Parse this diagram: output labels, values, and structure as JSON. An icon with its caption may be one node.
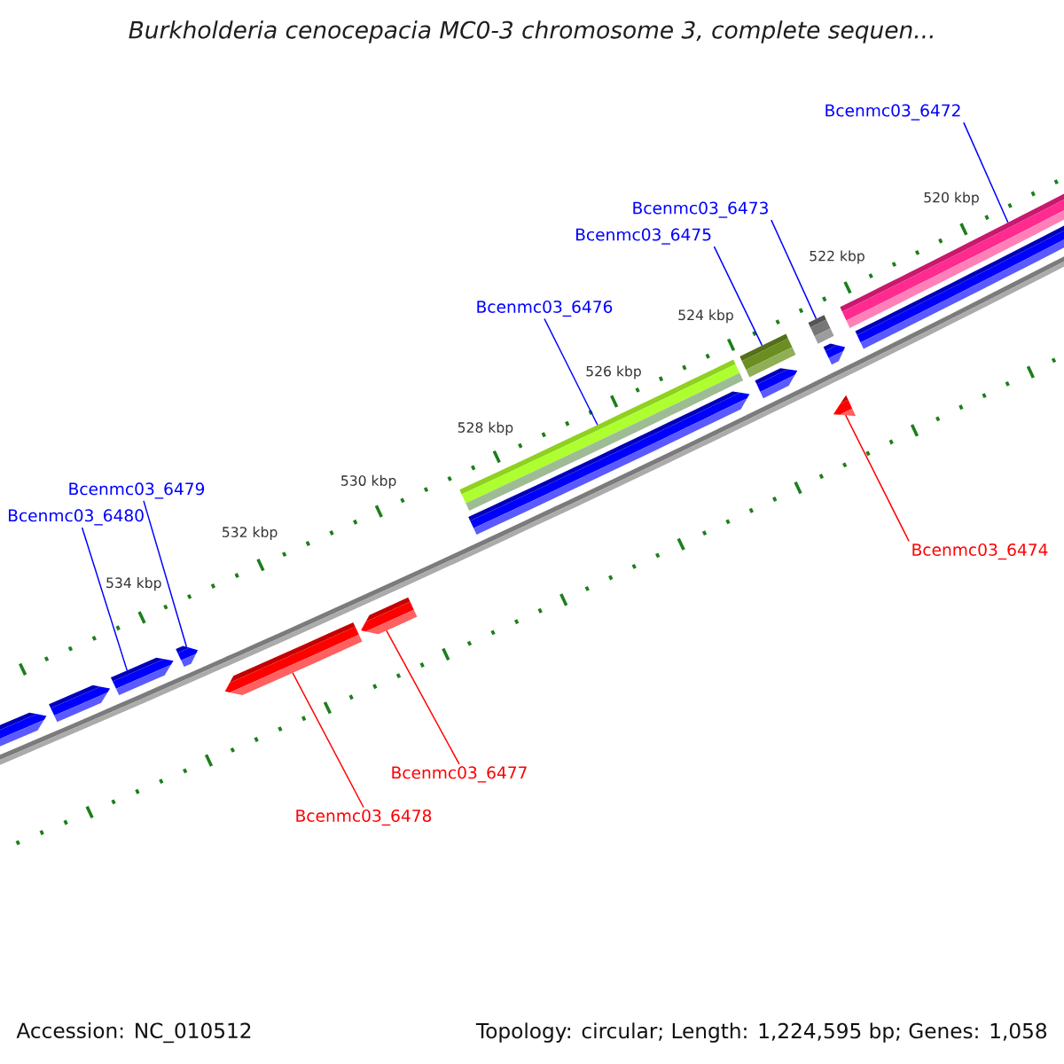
{
  "diagram": {
    "title": "Burkholderia cenocepacia MC0-3 chromosome 3, complete sequen...",
    "nodes": [
      {
        "text": [
          "Bcenmc03_6472"
        ]
      },
      {
        "text": [
          "Bcenmc03_6473"
        ]
      },
      {
        "text": [
          "Bcenmc03_6475"
        ]
      },
      {
        "text": [
          "Bcenmc03_6476"
        ]
      },
      {
        "text": [
          "Bcenmc03_6479"
        ]
      },
      {
        "text": [
          "Bcenmc03_6480"
        ]
      },
      {
        "text": [
          "Bcenmc03_6474"
        ]
      },
      {
        "text": [
          "Bcenmc03_6477"
        ]
      },
      {
        "text": [
          "Bcenmc03_6478"
        ]
      },
      {
        "text": [],
        "shape": "bar"
      },
      {
        "text": [],
        "shape": "box"
      },
      {
        "text": [],
        "shape": "bar"
      },
      {
        "text": [],
        "shape": "bar"
      },
      {
        "text": [],
        "shape": "triangle"
      },
      {
        "text": [],
        "shape": "pentagon"
      },
      {
        "text": [],
        "shape": "pentagon"
      },
      {
        "text": [],
        "shape": "pentagon"
      },
      {
        "text": [],
        "shape": "pentagon"
      },
      {
        "text": [],
        "shape": "bar"
      },
      {
        "text": [],
        "shape": "pentagon"
      },
      {
        "text": [],
        "shape": "pentagon"
      },
      {
        "text": [],
        "shape": "pentagon"
      },
      {
        "text": [],
        "shape": "pentagon"
      },
      {
        "text": [],
        "shape": "pentagon"
      }
    ],
    "edges": [
      {
        "from": 0,
        "to": 9,
        "arrow": "none"
      },
      {
        "from": 1,
        "to": 10,
        "arrow": "none"
      },
      {
        "from": 2,
        "to": 11,
        "arrow": "none"
      },
      {
        "from": 3,
        "to": 12,
        "arrow": "none"
      },
      {
        "from": 4,
        "to": 16,
        "arrow": "none"
      },
      {
        "from": 5,
        "to": 17,
        "arrow": "none"
      },
      {
        "from": 6,
        "to": 13,
        "arrow": "none",
        "color": "#ff0000"
      },
      {
        "from": 7,
        "to": 14,
        "arrow": "none",
        "color": "#ff0000"
      },
      {
        "from": 8,
        "to": 15,
        "arrow": "none",
        "color": "#ff0000"
      }
    ],
    "labels": [
      "520 kbp",
      "522 kbp",
      "524 kbp",
      "526 kbp",
      "528 kbp",
      "530 kbp",
      "532 kbp",
      "534 kbp",
      "Accession: NC_010512",
      "Topology: circular; Length: 1,224,595 bp; Genes: 1,058"
    ]
  }
}
